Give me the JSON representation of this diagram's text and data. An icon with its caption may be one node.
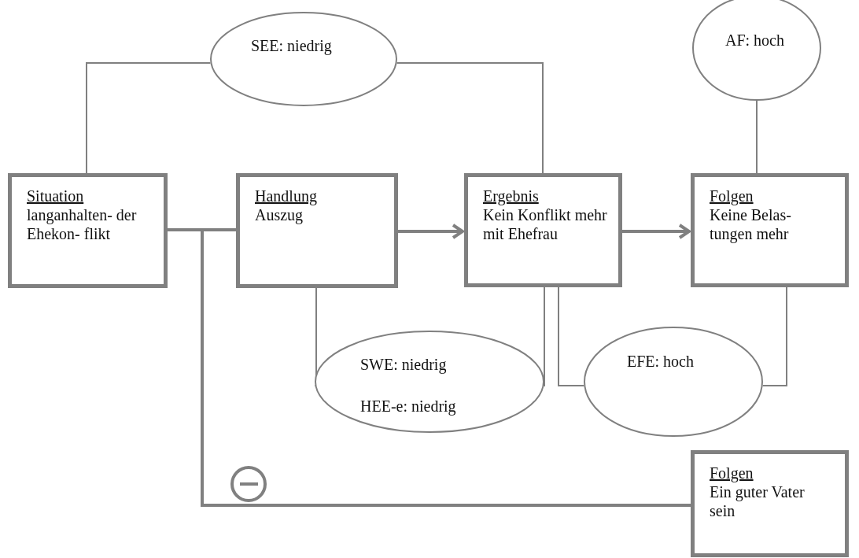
{
  "diagram": {
    "nodes": [
      {
        "text": [
          "SEE: niedrig"
        ]
      },
      {
        "text": [
          "AF: hoch"
        ]
      },
      {
        "text": [
          "Situation",
          "langanhalten- der Ehekon- flikt"
        ]
      },
      {
        "text": [
          "Handlung",
          "Auszug"
        ]
      },
      {
        "text": [
          "Ergebnis",
          "Kein Konflikt mehr mit Ehefrau"
        ]
      },
      {
        "text": [
          "Folgen",
          "Keine Belas- tungen mehr"
        ]
      },
      {
        "text": [
          "SWE: niedrig",
          "HEE-e: niedrig"
        ]
      },
      {
        "text": [
          "EFE: hoch"
        ]
      },
      {
        "text": [
          "Folgen",
          "Ein guter Vater sein"
        ]
      }
    ],
    "edges": [
      {
        "from": 2,
        "to": 3,
        "arrow": "none",
        "style": "thick"
      },
      {
        "from": 3,
        "to": 4,
        "arrow": "to",
        "style": "thick"
      },
      {
        "from": 4,
        "to": 5,
        "arrow": "to",
        "style": "thick"
      },
      {
        "from": 2,
        "to": 0,
        "arrow": "none"
      },
      {
        "from": 0,
        "to": 4,
        "arrow": "none"
      },
      {
        "from": 1,
        "to": 5,
        "arrow": "none"
      },
      {
        "from": 3,
        "to": 6,
        "arrow": "none"
      },
      {
        "from": 6,
        "to": 4,
        "arrow": "none"
      },
      {
        "from": 4,
        "to": 7,
        "arrow": "none"
      },
      {
        "from": 7,
        "to": 5,
        "arrow": "none"
      },
      {
        "from": 2,
        "to": 8,
        "arrow": "none",
        "style": "thick"
      }
    ]
  }
}
